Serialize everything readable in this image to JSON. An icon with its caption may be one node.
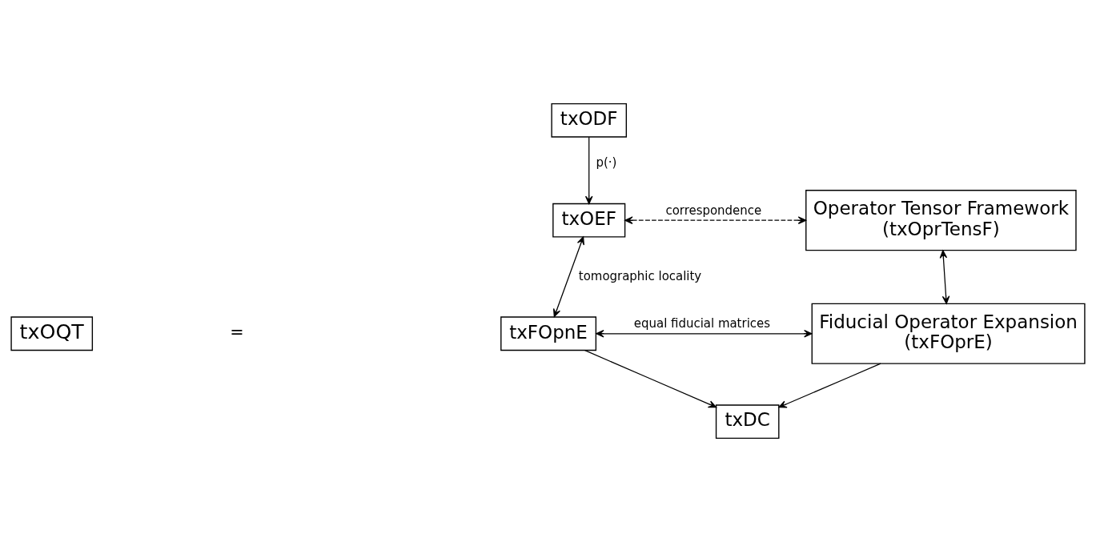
{
  "diagram": {
    "nodes": [
      {
        "text": [
          "txOQT"
        ]
      },
      {
        "text": [
          "txODF"
        ]
      },
      {
        "text": [
          "txOEF"
        ]
      },
      {
        "text": [
          "Operator Tensor Framework (txOprTensF)"
        ]
      },
      {
        "text": [
          "txFOpnE"
        ]
      },
      {
        "text": [
          "Fiducial Operator Expansion (txFOprE)"
        ]
      },
      {
        "text": [
          "txDC"
        ]
      }
    ],
    "edges": [
      {
        "from": 1,
        "to": 2,
        "arrow": "to",
        "label": "p(·)"
      },
      {
        "from": 2,
        "to": 3,
        "arrow": "both",
        "label": "correspondence",
        "style": "dashed"
      },
      {
        "from": 2,
        "to": 4,
        "arrow": "both",
        "label": "tomographic locality"
      },
      {
        "from": 3,
        "to": 5,
        "arrow": "both"
      },
      {
        "from": 4,
        "to": 5,
        "arrow": "both",
        "label": "equal fiducial matrices"
      },
      {
        "from": 4,
        "to": 6,
        "arrow": "to"
      },
      {
        "from": 5,
        "to": 6,
        "arrow": "to"
      }
    ],
    "labels": [
      "="
    ]
  }
}
